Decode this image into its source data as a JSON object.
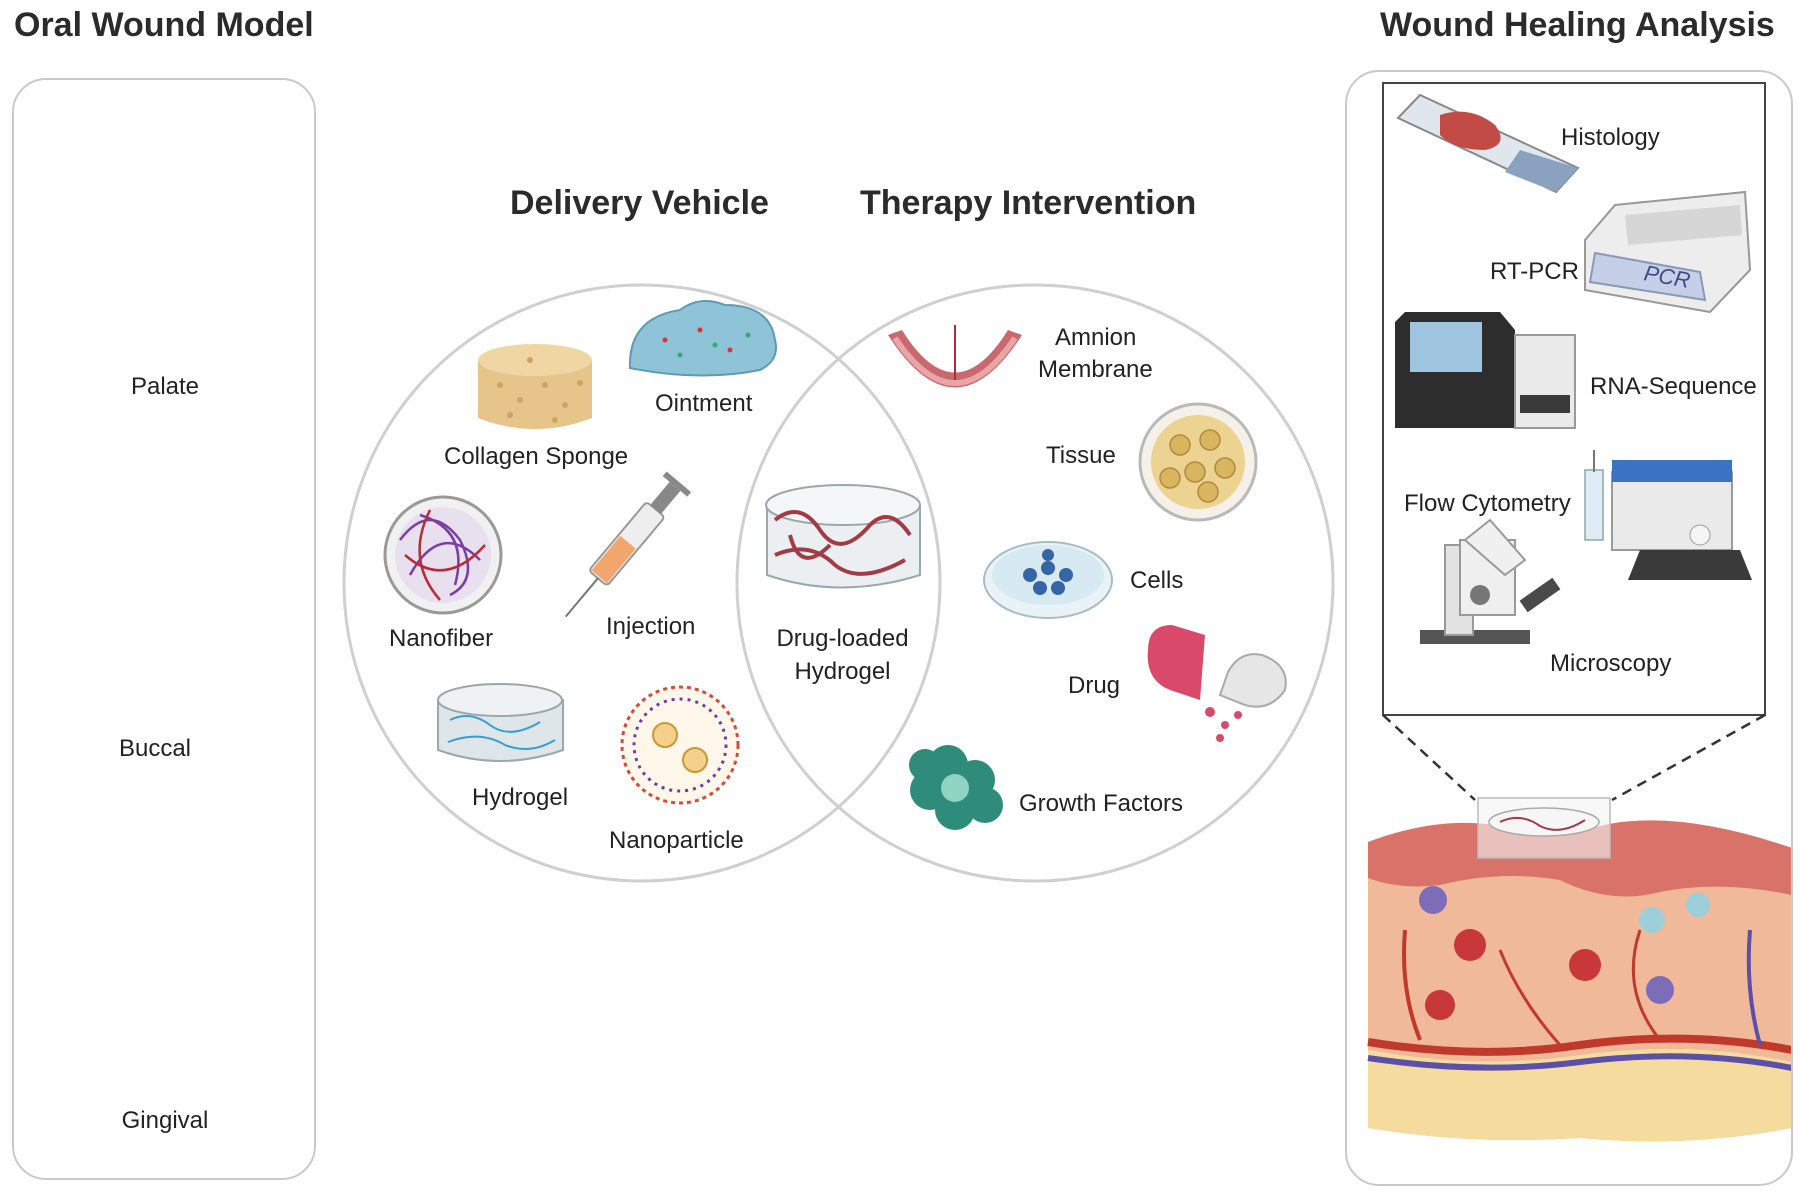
{
  "oral_wound_model": {
    "title": "Oral Wound Model",
    "items": [
      {
        "label": "Palate"
      },
      {
        "label": "Buccal"
      },
      {
        "label": "Gingival"
      }
    ]
  },
  "venn": {
    "left_title": "Delivery Vehicle",
    "right_title": "Therapy Intervention",
    "delivery_vehicle": [
      "Ointment",
      "Collagen Sponge",
      "Nanofiber",
      "Injection",
      "Hydrogel",
      "Nanoparticle"
    ],
    "overlap": [
      "Drug-loaded",
      "Hydrogel"
    ],
    "therapy_intervention": [
      "Amnion",
      "Membrane",
      "Tissue",
      "Cells",
      "Drug",
      "Growth Factors"
    ]
  },
  "wound_healing_analysis": {
    "title": "Wound Healing Analysis",
    "methods": [
      "Histology",
      "RT-PCR",
      "RNA-Sequence",
      "Flow Cytometry",
      "Microscopy"
    ],
    "pcr_device_text": "PCR"
  }
}
